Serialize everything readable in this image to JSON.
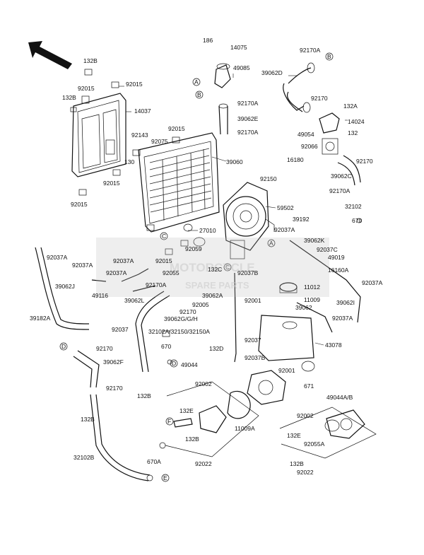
{
  "diagram": {
    "labels": [
      {
        "id": "l186",
        "text": "186"
      },
      {
        "id": "l14075",
        "text": "14075"
      },
      {
        "id": "l92170A_t",
        "text": "92170A"
      },
      {
        "id": "l132B_a",
        "text": "132B"
      },
      {
        "id": "l49085",
        "text": "49085"
      },
      {
        "id": "l39062D",
        "text": "39062D"
      },
      {
        "id": "l92015_a",
        "text": "92015"
      },
      {
        "id": "l92015_b",
        "text": "92015"
      },
      {
        "id": "l132B_b",
        "text": "132B"
      },
      {
        "id": "l14037",
        "text": "14037"
      },
      {
        "id": "l92170A_m",
        "text": "92170A"
      },
      {
        "id": "l92170_a",
        "text": "92170"
      },
      {
        "id": "l39062E",
        "text": "39062E"
      },
      {
        "id": "l132A",
        "text": "132A"
      },
      {
        "id": "l92143",
        "text": "92143"
      },
      {
        "id": "l92015_c",
        "text": "92015"
      },
      {
        "id": "l92170A_n",
        "text": "92170A"
      },
      {
        "id": "l14024",
        "text": "14024"
      },
      {
        "id": "l49054",
        "text": "49054"
      },
      {
        "id": "l132",
        "text": "132"
      },
      {
        "id": "l92075",
        "text": "92075"
      },
      {
        "id": "l92066",
        "text": "92066"
      },
      {
        "id": "l130",
        "text": "130"
      },
      {
        "id": "l39060",
        "text": "39060"
      },
      {
        "id": "l16180",
        "text": "16180"
      },
      {
        "id": "l92170_b",
        "text": "92170"
      },
      {
        "id": "l92015_d",
        "text": "92015"
      },
      {
        "id": "l39062C",
        "text": "39062C"
      },
      {
        "id": "l92150",
        "text": "92150"
      },
      {
        "id": "l92015_e",
        "text": "92015"
      },
      {
        "id": "l92170A_p",
        "text": "92170A"
      },
      {
        "id": "l59502",
        "text": "59502"
      },
      {
        "id": "l32102",
        "text": "32102"
      },
      {
        "id": "l39192",
        "text": "39192"
      },
      {
        "id": "l670_a",
        "text": "670"
      },
      {
        "id": "l27010",
        "text": "27010"
      },
      {
        "id": "l92037A_a",
        "text": "92037A"
      },
      {
        "id": "l39062K",
        "text": "39062K"
      },
      {
        "id": "l92037C",
        "text": "92037C"
      },
      {
        "id": "l92037A_b",
        "text": "92037A"
      },
      {
        "id": "l92037A_c",
        "text": "92037A"
      },
      {
        "id": "l92059",
        "text": "92059"
      },
      {
        "id": "l49019",
        "text": "49019"
      },
      {
        "id": "l92037A_d",
        "text": "92037A"
      },
      {
        "id": "l92037A_e",
        "text": "92037A"
      },
      {
        "id": "l92015_f",
        "text": "92015"
      },
      {
        "id": "l92055",
        "text": "92055"
      },
      {
        "id": "l132C",
        "text": "132C"
      },
      {
        "id": "l92037B_a",
        "text": "92037B"
      },
      {
        "id": "l16160A",
        "text": "16160A"
      },
      {
        "id": "l39062J",
        "text": "39062J"
      },
      {
        "id": "l92170A_q",
        "text": "92170A"
      },
      {
        "id": "l39062A",
        "text": "39062A"
      },
      {
        "id": "l92037A_f",
        "text": "92037A"
      },
      {
        "id": "l49116",
        "text": "49116"
      },
      {
        "id": "l11012",
        "text": "11012"
      },
      {
        "id": "l39062L",
        "text": "39062L"
      },
      {
        "id": "l92005",
        "text": "92005"
      },
      {
        "id": "l92001_a",
        "text": "92001"
      },
      {
        "id": "l11009",
        "text": "11009"
      },
      {
        "id": "l39062I",
        "text": "39062I"
      },
      {
        "id": "l92170_c",
        "text": "92170"
      },
      {
        "id": "l39062",
        "text": "39062"
      },
      {
        "id": "l39182A",
        "text": "39182A"
      },
      {
        "id": "l39062GH",
        "text": "39062G/G/H"
      },
      {
        "id": "l92037A_g",
        "text": "92037A"
      },
      {
        "id": "l92037",
        "text": "92037"
      },
      {
        "id": "l32102A",
        "text": "32102A/32150/32150A"
      },
      {
        "id": "l92037_b",
        "text": "92037"
      },
      {
        "id": "l43078",
        "text": "43078"
      },
      {
        "id": "l670_b",
        "text": "670"
      },
      {
        "id": "l132D",
        "text": "132D"
      },
      {
        "id": "l92037B_b",
        "text": "92037B"
      },
      {
        "id": "l92170_d",
        "text": "92170"
      },
      {
        "id": "l92001_b",
        "text": "92001"
      },
      {
        "id": "l39062F",
        "text": "39062F"
      },
      {
        "id": "l49044",
        "text": "49044"
      },
      {
        "id": "l671",
        "text": "671"
      },
      {
        "id": "l132B_c",
        "text": "132B"
      },
      {
        "id": "l92002_a",
        "text": "92002"
      },
      {
        "id": "l49044AB",
        "text": "49044A/B"
      },
      {
        "id": "l92170_e",
        "text": "92170"
      },
      {
        "id": "l132E_a",
        "text": "132E"
      },
      {
        "id": "l11009A",
        "text": "11009A"
      },
      {
        "id": "l92002_b",
        "text": "92002"
      },
      {
        "id": "l132B_d",
        "text": "132B"
      },
      {
        "id": "l132E_b",
        "text": "132E"
      },
      {
        "id": "l92055A",
        "text": "92055A"
      },
      {
        "id": "l132B_e",
        "text": "132B"
      },
      {
        "id": "l32102B",
        "text": "32102B"
      },
      {
        "id": "l670A",
        "text": "670A"
      },
      {
        "id": "l92022_a",
        "text": "92022"
      },
      {
        "id": "l132B_f",
        "text": "132B"
      },
      {
        "id": "l92022_b",
        "text": "92022"
      }
    ],
    "callouts": [
      {
        "id": "cA1",
        "letter": "A"
      },
      {
        "id": "cB1",
        "letter": "B"
      },
      {
        "id": "cB2",
        "letter": "B"
      },
      {
        "id": "cC1",
        "letter": "C"
      },
      {
        "id": "cA2",
        "letter": "A"
      },
      {
        "id": "cC2",
        "letter": "C"
      },
      {
        "id": "cD1",
        "letter": "D"
      },
      {
        "id": "cD2",
        "letter": "D"
      },
      {
        "id": "cE1",
        "letter": "E"
      },
      {
        "id": "cE2",
        "letter": "E"
      },
      {
        "id": "cF1",
        "letter": "F"
      },
      {
        "id": "cF2",
        "letter": "F"
      }
    ],
    "watermark": {
      "line1": "MOTORCYCLE",
      "line2": "SPARE PARTS"
    },
    "colors": {
      "ink": "#111111",
      "watermark": "#c8c8c8",
      "background": "#ffffff"
    }
  }
}
